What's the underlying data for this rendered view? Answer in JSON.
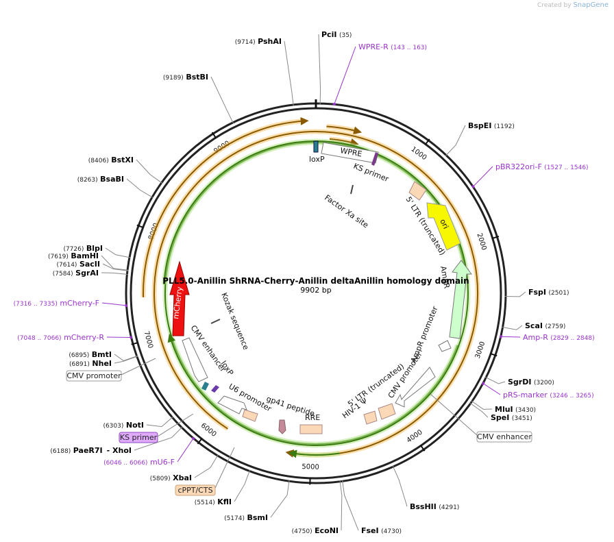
{
  "watermark": {
    "prefix": "Created by",
    "brand": "SnapGene"
  },
  "title": "PLL5.0-Anillin ShRNA-Cherry-Anillin deltaAnillin homology domain",
  "length_label": "9902 bp",
  "total_bp": 9902,
  "ticks": [
    {
      "label": "1000",
      "bp": 1000
    },
    {
      "label": "2000",
      "bp": 2000
    },
    {
      "label": "3000",
      "bp": 3000
    },
    {
      "label": "4000",
      "bp": 4000
    },
    {
      "label": "5000",
      "bp": 5000
    },
    {
      "label": "6000",
      "bp": 6000
    },
    {
      "label": "7000",
      "bp": 7000
    },
    {
      "label": "8000",
      "bp": 8000
    },
    {
      "label": "9000",
      "bp": 9000
    }
  ],
  "sites": [
    {
      "name": "PciI",
      "pos": "(35)",
      "bp": 35,
      "side": "top"
    },
    {
      "name": "BspEI",
      "pos": "(1192)",
      "bp": 1192,
      "side": "right"
    },
    {
      "name": "FspI",
      "pos": "(2501)",
      "bp": 2501,
      "side": "right"
    },
    {
      "name": "ScaI",
      "pos": "(2759)",
      "bp": 2759,
      "side": "right"
    },
    {
      "name": "SgrDI",
      "pos": "(3200)",
      "bp": 3200,
      "side": "right"
    },
    {
      "name": "MluI",
      "pos": "(3430)",
      "bp": 3430,
      "side": "right"
    },
    {
      "name": "SpeI",
      "pos": "(3451)",
      "bp": 3451,
      "side": "right"
    },
    {
      "name": "BssHII",
      "pos": "(4291)",
      "bp": 4291,
      "side": "right"
    },
    {
      "name": "FseI",
      "pos": "(4730)",
      "bp": 4730,
      "side": "right"
    },
    {
      "name": "EcoNI",
      "pos": "(4750)",
      "bp": 4750,
      "side": "left"
    },
    {
      "name": "BsmI",
      "pos": "(5174)",
      "bp": 5174,
      "side": "left"
    },
    {
      "name": "KflI",
      "pos": "(5514)",
      "bp": 5514,
      "side": "left"
    },
    {
      "name": "XbaI",
      "pos": "(5809)",
      "bp": 5809,
      "side": "left"
    },
    {
      "name": "PaeR7I",
      "pos": "(6188)",
      "bp": 6188,
      "side": "left",
      "extra": "XhoI"
    },
    {
      "name": "NotI",
      "pos": "(6303)",
      "bp": 6303,
      "side": "left"
    },
    {
      "name": "NheI",
      "pos": "(6891)",
      "bp": 6891,
      "side": "left"
    },
    {
      "name": "BmtI",
      "pos": "(6895)",
      "bp": 6895,
      "side": "left"
    },
    {
      "name": "SgrAI",
      "pos": "(7584)",
      "bp": 7584,
      "side": "left"
    },
    {
      "name": "SacII",
      "pos": "(7614)",
      "bp": 7614,
      "side": "left"
    },
    {
      "name": "BamHI",
      "pos": "(7619)",
      "bp": 7619,
      "side": "left"
    },
    {
      "name": "BlpI",
      "pos": "(7726)",
      "bp": 7726,
      "side": "left"
    },
    {
      "name": "BsaBI",
      "pos": "(8263)",
      "bp": 8263,
      "side": "left"
    },
    {
      "name": "BstXI",
      "pos": "(8406)",
      "bp": 8406,
      "side": "left"
    },
    {
      "name": "BstBI",
      "pos": "(9189)",
      "bp": 9189,
      "side": "left"
    },
    {
      "name": "PshAI",
      "pos": "(9714)",
      "bp": 9714,
      "side": "left"
    }
  ],
  "primers": [
    {
      "name": "WPRE-R",
      "pos": "(143 .. 163)",
      "bp": 153
    },
    {
      "name": "pBR322ori-F",
      "pos": "(1527 .. 1546)",
      "bp": 1536
    },
    {
      "name": "Amp-R",
      "pos": "(2829 .. 2848)",
      "bp": 2838
    },
    {
      "name": "pRS-marker",
      "pos": "(3246 .. 3265)",
      "bp": 3255
    },
    {
      "name": "mU6-F",
      "pos": "(6046 .. 6066)",
      "bp": 6056
    },
    {
      "name": "mCherry-R",
      "pos": "(7048 .. 7066)",
      "bp": 7057
    },
    {
      "name": "mCherry-F",
      "pos": "(7316 .. 7335)",
      "bp": 7325
    }
  ],
  "boxed_labels": [
    {
      "name": "CMV promoter",
      "style": "plain"
    },
    {
      "name": "KS primer",
      "style": "purple"
    },
    {
      "name": "cPPT/CTS",
      "style": "peach"
    },
    {
      "name": "CMV enhancer",
      "style": "plain"
    }
  ],
  "inner_labels": {
    "wpre": "WPRE",
    "loxp_top": "loxP",
    "ks_primer": "KS primer",
    "factor_xa": "Factor Xa site",
    "ltr5": "5' LTR (truncated)",
    "ori": "ori",
    "ampr": "AmpR",
    "ampr_promoter": "AmpR promoter",
    "cmv_promoter": "CMV promoter",
    "ltr5_b": "5' LTR (truncated)",
    "hiv": "HIV-1 Ψ",
    "rre": "RRE",
    "gp41": "gp41 peptide",
    "u6": "U6 promoter",
    "loxp_bottom": "loxP",
    "cmv_enhancer": "CMV enhancer",
    "mcherry": "mCherry",
    "kozak": "Kozak sequence"
  },
  "colors": {
    "backbone": "#222222",
    "orange": "#f5a623",
    "green": "#6dbb3a",
    "ori": "#f7f700",
    "ampr": "#ccffcc",
    "mcherry": "#ee1111",
    "peach": "#fcd9b6",
    "primer": "#9933cc",
    "loxp": "#2a7f8f"
  }
}
